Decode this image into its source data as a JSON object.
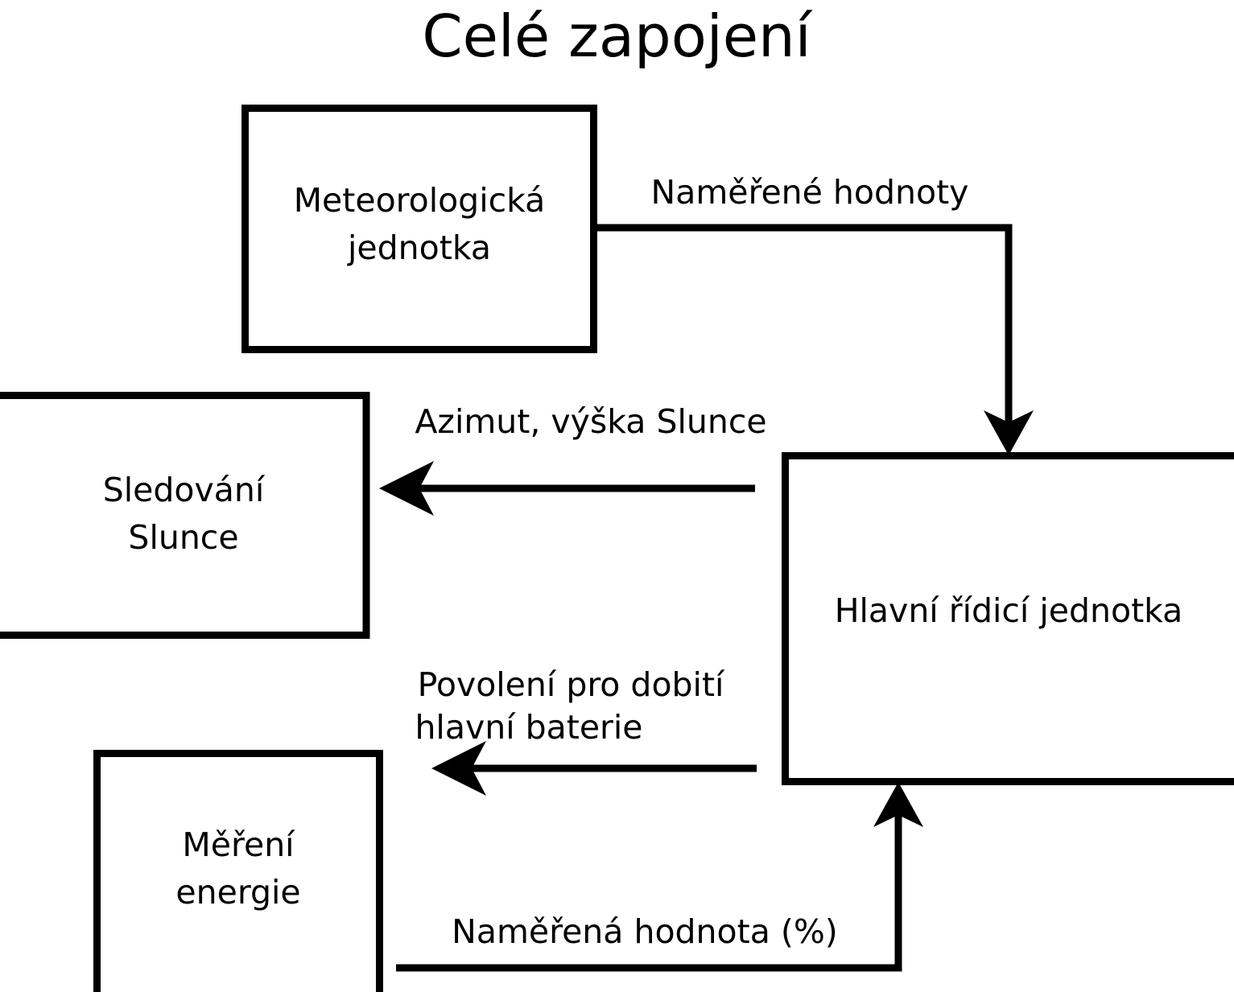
{
  "title": "Celé zapojení",
  "diagram": {
    "type": "block-diagram",
    "nodes": [
      {
        "id": "meteo",
        "label_line1": "Meteorologická",
        "label_line2": "jednotka"
      },
      {
        "id": "sun-tracking",
        "label_line1": "Sledování",
        "label_line2": "Slunce"
      },
      {
        "id": "main-control",
        "label_line1": "Hlavní řídicí jednotka",
        "label_line2": ""
      },
      {
        "id": "energy-measure",
        "label_line1": "Měření",
        "label_line2": "energie"
      }
    ],
    "edges": [
      {
        "id": "meteo-to-main",
        "from": "meteo",
        "to": "main-control",
        "label_line1": "Naměřené hodnoty",
        "label_line2": ""
      },
      {
        "id": "main-to-sun",
        "from": "main-control",
        "to": "sun-tracking",
        "label_line1": "Azimut, výška Slunce",
        "label_line2": ""
      },
      {
        "id": "main-to-energy",
        "from": "main-control",
        "to": "energy-measure",
        "label_line1": "Povolení pro dobití",
        "label_line2": "hlavní baterie"
      },
      {
        "id": "energy-to-main",
        "from": "energy-measure",
        "to": "main-control",
        "label_line1": "Naměřená hodnota (%)",
        "label_line2": ""
      }
    ],
    "colors": {
      "stroke": "#000000",
      "fill": "#ffffff",
      "text": "#000000"
    }
  }
}
